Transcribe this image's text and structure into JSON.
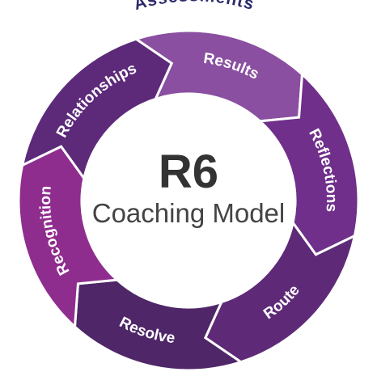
{
  "diagram": {
    "outer_label": "Assessments",
    "center_title": "R6",
    "center_subtitle": "Coaching Model",
    "segments": [
      {
        "label": "Results",
        "color": "#8a4fa0"
      },
      {
        "label": "Reflections",
        "color": "#6f2f8a"
      },
      {
        "label": "Route",
        "color": "#5e2a78"
      },
      {
        "label": "Resolve",
        "color": "#4f2668"
      },
      {
        "label": "Recognition",
        "color": "#8f2d8e"
      },
      {
        "label": "Relationships",
        "color": "#5d2a7a"
      }
    ],
    "colors": {
      "outer_label": "#2b2a6b",
      "center_text_main": "#333333",
      "center_text_sub": "#444444",
      "ring_base": "#6a2c86"
    }
  }
}
